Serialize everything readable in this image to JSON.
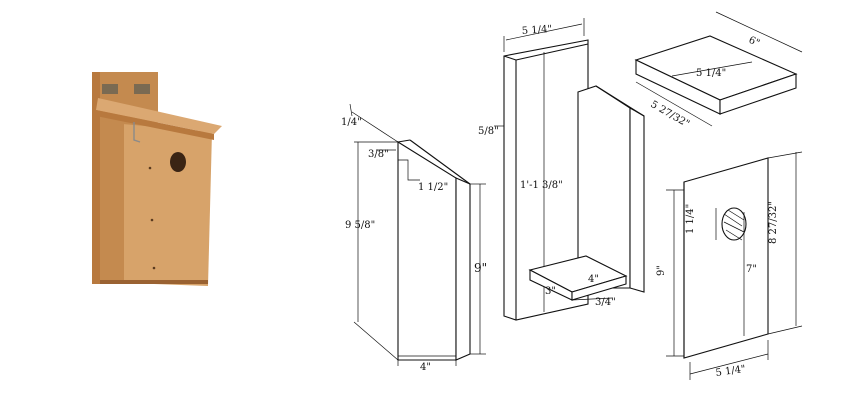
{
  "photo": {
    "wood_colors": {
      "front": "#d7a36a",
      "side": "#c48a4f",
      "roof": "#dba872",
      "roof_edge": "#b8793e",
      "shadow": "#9a6232",
      "hole": "#3a2414",
      "hinge": "#7a6a52"
    }
  },
  "drawing": {
    "side_panel": {
      "top_offset": "1/4\"",
      "roof_thickness": "3/8\"",
      "notch": "1 1/2\"",
      "height_front": "9 5/8\"",
      "height_back": "9\"",
      "width": "4\""
    },
    "back_panel": {
      "width": "5 1/4\"",
      "thickness": "5/8\"",
      "height": "1'-1 3/8\""
    },
    "floor": {
      "label_a": "3\"",
      "label_b": "3/4\"",
      "label_c": "4\""
    },
    "roof": {
      "width": "6\"",
      "inner": "5 1/4\"",
      "depth": "5 27/32\""
    },
    "front_panel": {
      "hole": "1 1/4\"",
      "hole_height": "7\"",
      "height_left": "9\"",
      "height_right": "8 27/32\"",
      "width": "5 1/4\""
    }
  }
}
